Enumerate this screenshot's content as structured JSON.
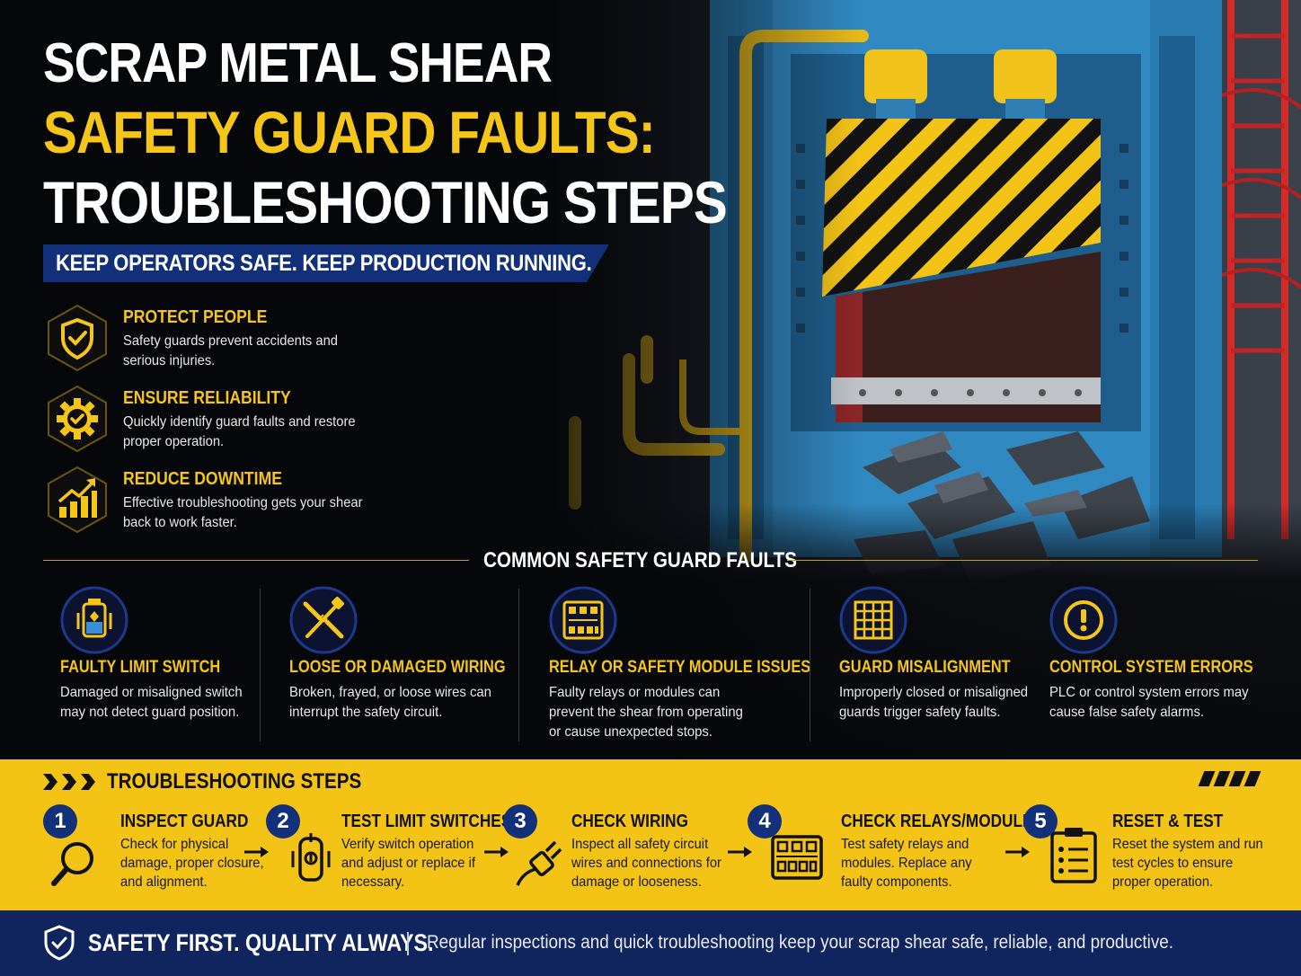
{
  "header": {
    "title_line1": "SCRAP METAL SHEAR",
    "title_line2": "SAFETY GUARD FAULTS:",
    "title_line3": "TROUBLESHOOTING STEPS",
    "banner": "KEEP OPERATORS SAFE.  KEEP PRODUCTION RUNNING."
  },
  "benefits": [
    {
      "icon": "shield-check-icon",
      "title": "PROTECT PEOPLE",
      "text": "Safety guards prevent accidents and serious injuries."
    },
    {
      "icon": "gear-check-icon",
      "title": "ENSURE RELIABILITY",
      "text": "Quickly identify guard faults and restore proper operation."
    },
    {
      "icon": "growth-chart-icon",
      "title": "REDUCE DOWNTIME",
      "text": "Effective troubleshooting gets your shear back to work faster."
    }
  ],
  "faults": {
    "heading": "COMMON SAFETY GUARD FAULTS",
    "items": [
      {
        "icon": "limit-switch-icon",
        "title": "FAULTY LIMIT SWITCH",
        "text": "Damaged or misaligned switch may not detect guard position."
      },
      {
        "icon": "broken-wire-icon",
        "title": "LOOSE OR DAMAGED WIRING",
        "text": "Broken, frayed, or loose wires can interrupt the safety circuit."
      },
      {
        "icon": "relay-module-icon",
        "title": "RELAY OR SAFETY MODULE ISSUES",
        "text": "Faulty relays or modules can prevent the shear from operating or cause unexpected stops."
      },
      {
        "icon": "guard-grid-icon",
        "title": "GUARD MISALIGNMENT",
        "text": "Improperly closed or misaligned guards trigger safety faults."
      },
      {
        "icon": "alert-icon",
        "title": "CONTROL SYSTEM ERRORS",
        "text": "PLC or control system errors may cause false safety alarms."
      }
    ]
  },
  "steps": {
    "heading": "TROUBLESHOOTING STEPS",
    "items": [
      {
        "num": "1",
        "icon": "magnifier-icon",
        "title": "INSPECT GUARD",
        "text": "Check for physical damage, proper closure, and alignment."
      },
      {
        "num": "2",
        "icon": "limit-switch-icon",
        "title": "TEST LIMIT SWITCHES",
        "text": "Verify switch operation and adjust or replace if necessary."
      },
      {
        "num": "3",
        "icon": "plug-wire-icon",
        "title": "CHECK WIRING",
        "text": "Inspect all safety circuit wires and connections for damage or looseness."
      },
      {
        "num": "4",
        "icon": "relay-module-icon",
        "title": "CHECK RELAYS/MODULES",
        "text": "Test safety relays and modules. Replace any faulty components."
      },
      {
        "num": "5",
        "icon": "clipboard-checklist-icon",
        "title": "RESET & TEST",
        "text": "Reset the system and run test cycles to ensure proper operation."
      }
    ]
  },
  "footer": {
    "slogan": "SAFETY FIRST.  QUALITY ALWAYS.",
    "message": "Regular inspections and quick troubleshooting keep your scrap shear safe, reliable, and productive."
  },
  "colors": {
    "accent_yellow": "#f5c518",
    "brand_blue": "#13307a",
    "machine_blue": "#2f7fb5",
    "background": "#07080b"
  }
}
